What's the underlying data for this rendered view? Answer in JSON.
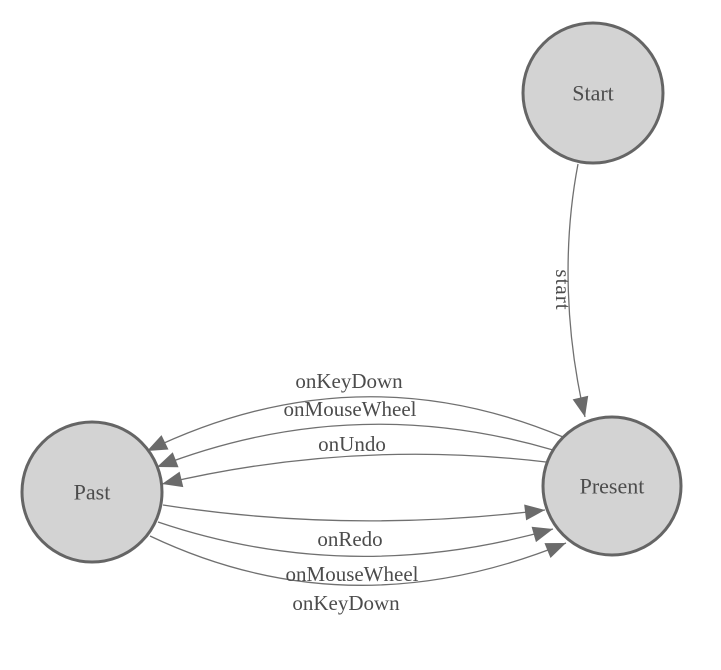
{
  "diagram": {
    "type": "state-machine-diagram",
    "colors": {
      "background": "#ffffff",
      "node_fill": "#d3d3d3",
      "node_stroke": "#656565",
      "edge_line": "#707070",
      "arrowhead": "#6b6b6b",
      "label_text": "#4c4c4c"
    },
    "nodes": [
      {
        "id": "start",
        "label": "Start"
      },
      {
        "id": "present",
        "label": "Present"
      },
      {
        "id": "past",
        "label": "Past"
      }
    ],
    "edges": [
      {
        "from": "Start",
        "to": "Present",
        "label": "start"
      },
      {
        "from": "Present",
        "to": "Past",
        "label": "onKeyDown"
      },
      {
        "from": "Present",
        "to": "Past",
        "label": "onMouseWheel"
      },
      {
        "from": "Present",
        "to": "Past",
        "label": "onUndo"
      },
      {
        "from": "Past",
        "to": "Present",
        "label": "onRedo"
      },
      {
        "from": "Past",
        "to": "Present",
        "label": "onMouseWheel"
      },
      {
        "from": "Past",
        "to": "Present",
        "label": "onKeyDown"
      }
    ]
  }
}
